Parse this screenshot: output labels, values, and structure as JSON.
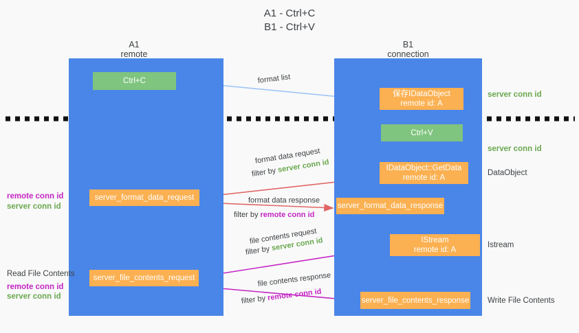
{
  "title": {
    "line1": "A1 - Ctrl+C",
    "line2": "B1 - Ctrl+V"
  },
  "lanes": [
    {
      "id": "a1",
      "name": "A1",
      "role": "remote"
    },
    {
      "id": "b1",
      "name": "B1",
      "role": "connection"
    }
  ],
  "nodes": {
    "ctrl_c": {
      "label": "Ctrl+C",
      "color": "#7fc47f"
    },
    "save_dataobject": {
      "line1": "保存IDataObject",
      "line2": "remote id: A",
      "color": "#fbb051"
    },
    "ctrl_v": {
      "label": "Ctrl+V",
      "color": "#7fc47f"
    },
    "getdata": {
      "line1": "IDataObject::GetData",
      "line2": "remote id: A",
      "color": "#fbb051"
    },
    "server_format_data_request": {
      "label": "server_format_data_request",
      "color": "#fbb051"
    },
    "server_format_data_response": {
      "label": "server_format_data_response",
      "color": "#fbb051"
    },
    "istream": {
      "line1": "IStream",
      "line2": "remote id: A",
      "color": "#fbb051"
    },
    "server_file_contents_request": {
      "label": "server_file_contents_request",
      "color": "#fbb051"
    },
    "server_file_contents_response": {
      "label": "server_file_contents_response",
      "color": "#fbb051"
    }
  },
  "edge_labels": {
    "format_list": "format list",
    "format_data_request": "format data request",
    "format_data_request_filter_prefix": "filter by ",
    "format_data_request_filter_key": "server conn id",
    "format_data_response": "format data response",
    "format_data_response_filter_prefix": "filter by ",
    "format_data_response_filter_key": "remote conn id",
    "file_contents_request": "file contents request",
    "file_contents_request_filter_prefix": "filter by ",
    "file_contents_request_filter_key": "server conn id",
    "file_contents_response": "file contents response",
    "file_contents_response_filter_prefix": "filter by ",
    "file_contents_response_filter_key": "remote conn id"
  },
  "annotations": {
    "right_server_conn_id_top": "server conn id",
    "right_server_conn_id_mid": "server conn id",
    "right_dataobject": "DataObject",
    "right_istream": "Istream",
    "right_write_file_contents": "Write File Contents",
    "left_read_file_contents": "Read File Contents",
    "left_remote_conn_id_1": "remote conn id",
    "left_server_conn_id_1": "server conn id",
    "left_remote_conn_id_2": "remote conn id",
    "left_server_conn_id_2": "server conn id"
  },
  "colors": {
    "lane": "#4a86e8",
    "green_node": "#7fc47f",
    "orange_node": "#fbb051",
    "green_text": "#6aa84f",
    "magenta_text": "#c425c4",
    "arrow_blue": "#9fc5f8",
    "arrow_red": "#e06666",
    "arrow_magenta": "#c425c4",
    "arrow_black": "#000000",
    "background": "#f9f9f9"
  }
}
